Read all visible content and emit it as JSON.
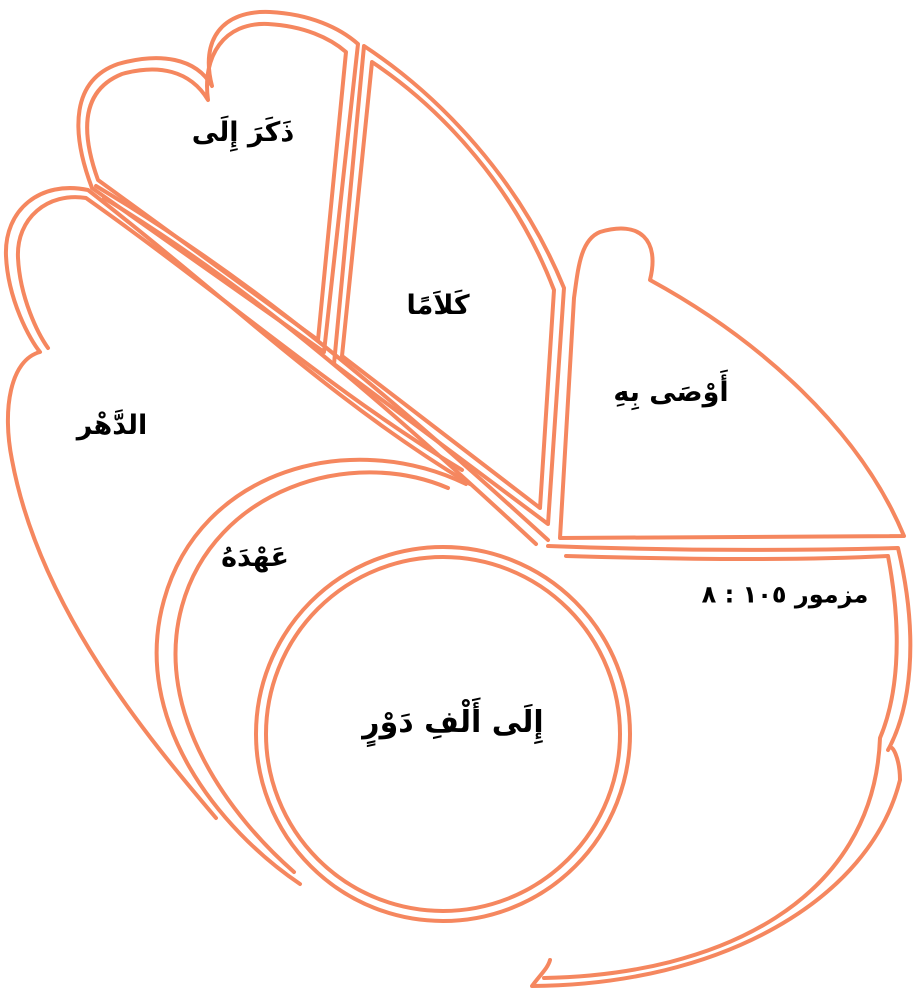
{
  "colors": {
    "stroke": "#f5875f",
    "text": "#000000",
    "background": "#ffffff"
  },
  "labels": {
    "top_left": "ذَكَرَ إِلَى",
    "top_middle": "كَلاَمًا",
    "right": "أَوْصَى بِهِ",
    "left": "الدَّهْر",
    "inner_ring": "عَهْدَهُ",
    "center": "إِلَى أَلْفِ دَوْرٍ",
    "reference": "مزمور ١٠٥ : ٨"
  }
}
